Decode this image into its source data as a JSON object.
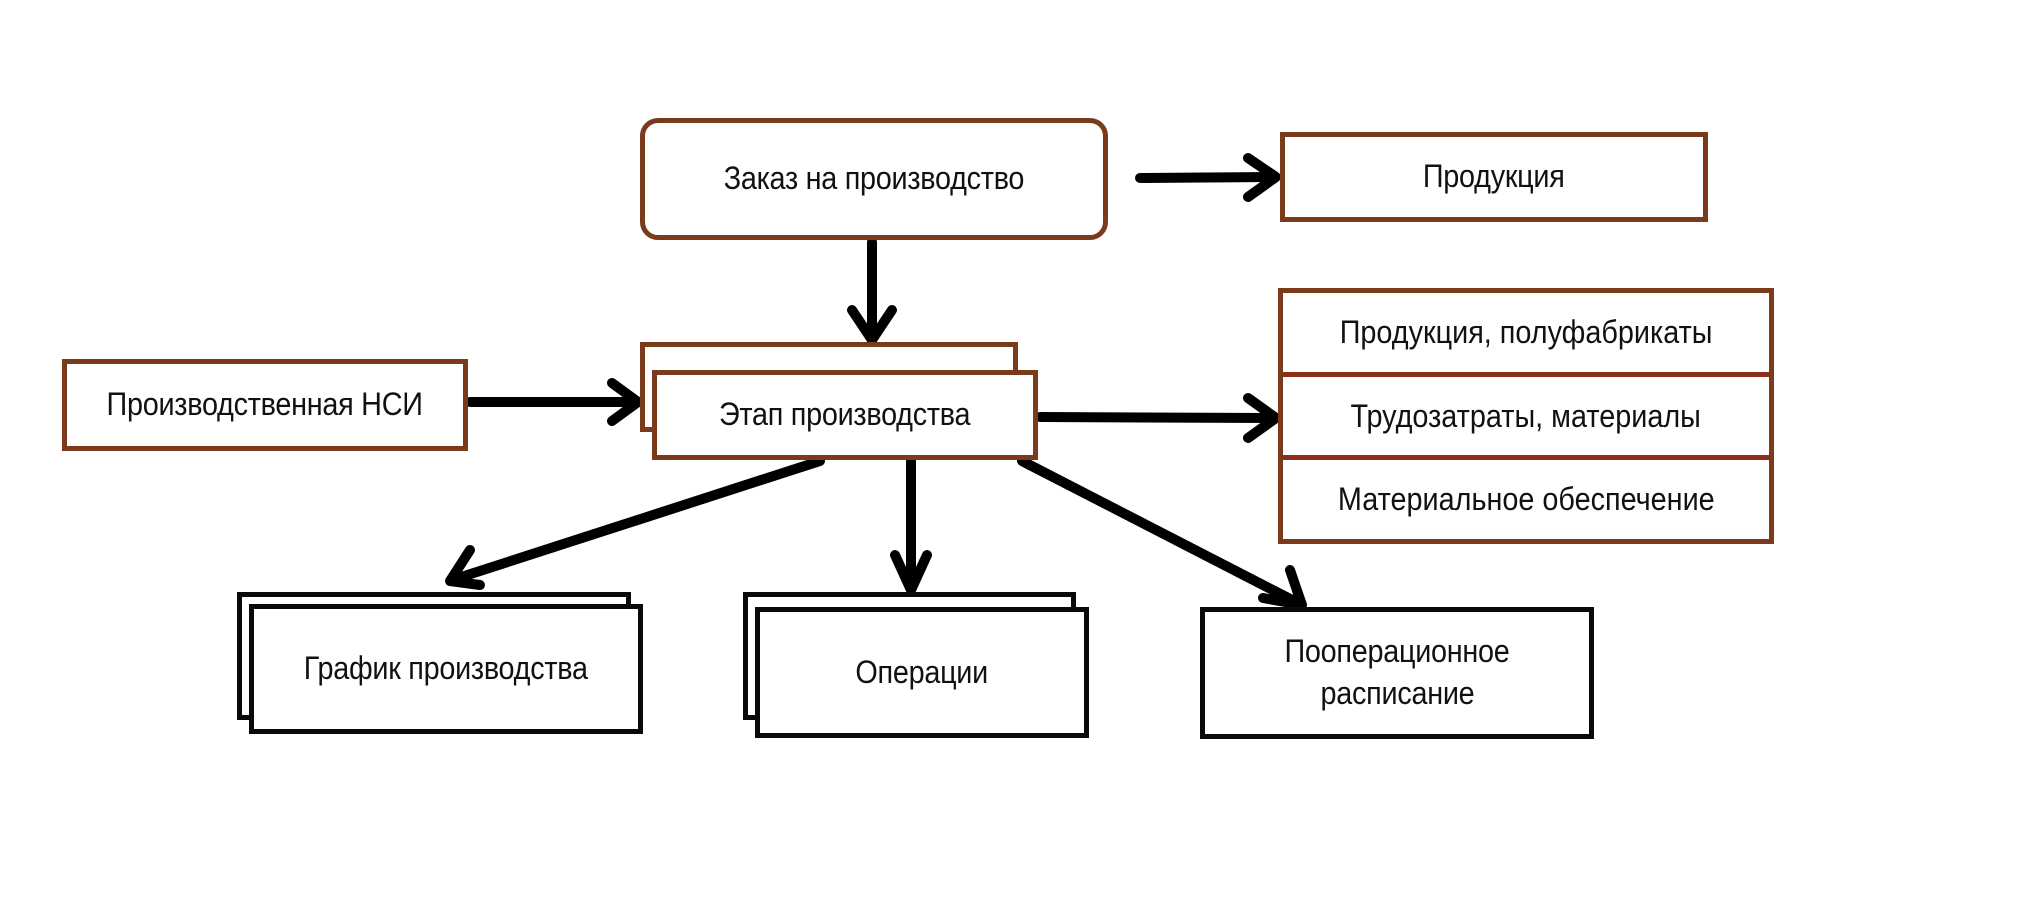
{
  "diagram": {
    "order": {
      "label": "Заказ на производство"
    },
    "product": {
      "label": "Продукция"
    },
    "master_data": {
      "label": "Производственная НСИ"
    },
    "stage": {
      "label": "Этап производства"
    },
    "outputs": {
      "items": [
        {
          "label": "Продукция, полуфабрикаты"
        },
        {
          "label": "Трудозатраты, материалы"
        },
        {
          "label": "Материальное обеспечение"
        }
      ]
    },
    "schedule": {
      "label": "График производства"
    },
    "operations": {
      "label": "Операции"
    },
    "op_schedule": {
      "label_line1": "Пооперационное",
      "label_line2": "расписание"
    },
    "edges": [
      {
        "from": "order",
        "to": "product"
      },
      {
        "from": "order",
        "to": "stage"
      },
      {
        "from": "master_data",
        "to": "stage"
      },
      {
        "from": "stage",
        "to": "outputs"
      },
      {
        "from": "stage",
        "to": "schedule"
      },
      {
        "from": "stage",
        "to": "operations"
      },
      {
        "from": "stage",
        "to": "op_schedule"
      }
    ],
    "colors": {
      "brown_border": "#7a3a1c",
      "black_border": "#0a0a0a",
      "arrow": "#000000"
    }
  }
}
